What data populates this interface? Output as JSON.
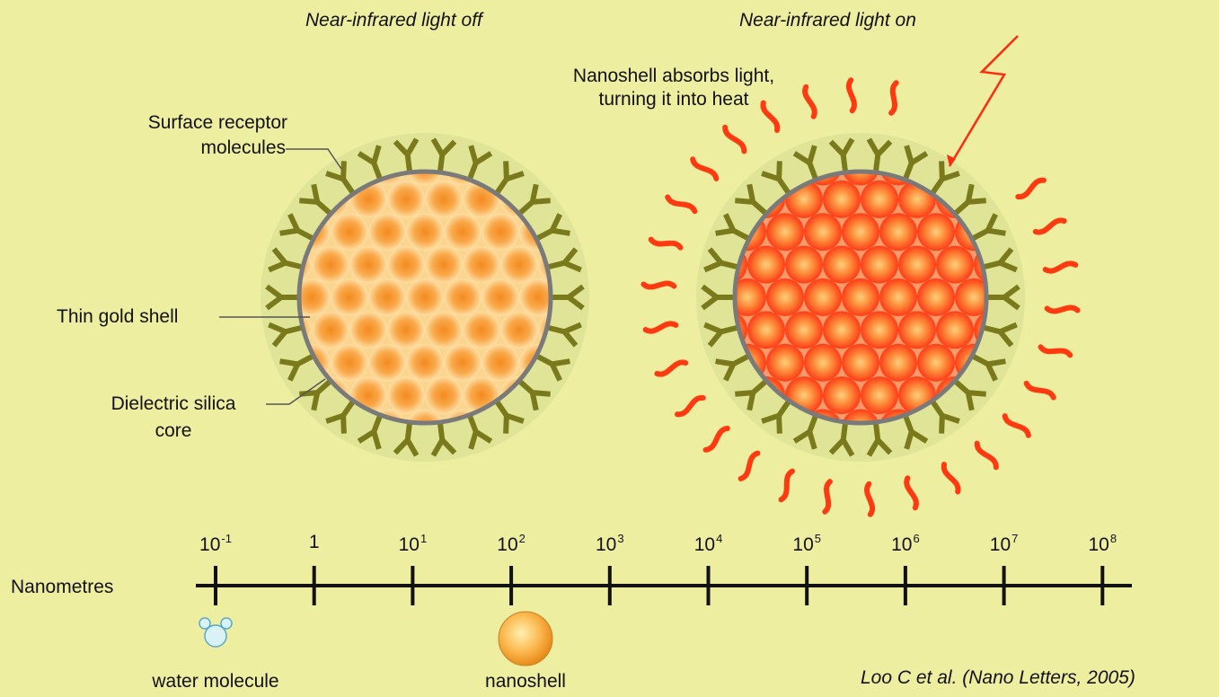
{
  "left_panel": {
    "title": "Near-infrared light off"
  },
  "right_panel": {
    "title": "Near-infrared light on",
    "caption_lines": [
      "Nanoshell absorbs light,",
      "turning it into heat"
    ]
  },
  "labels": {
    "surface_receptor": [
      "Surface receptor",
      "molecules"
    ],
    "thin_gold_shell": "Thin gold shell",
    "dielectric_core": [
      "Dielectric silica",
      "core"
    ]
  },
  "scale": {
    "axis_label": "Nanometres",
    "ticks": [
      {
        "base": "10",
        "exp": "-1"
      },
      {
        "base": "1",
        "exp": ""
      },
      {
        "base": "10",
        "exp": "1"
      },
      {
        "base": "10",
        "exp": "2"
      },
      {
        "base": "10",
        "exp": "3"
      },
      {
        "base": "10",
        "exp": "4"
      },
      {
        "base": "10",
        "exp": "5"
      },
      {
        "base": "10",
        "exp": "6"
      },
      {
        "base": "10",
        "exp": "7"
      },
      {
        "base": "10",
        "exp": "8"
      }
    ],
    "markers": [
      {
        "label": "water molecule",
        "at_tick": "10^-1"
      },
      {
        "label": "nanoshell",
        "at_tick": "10^2"
      }
    ]
  },
  "citation": "Loo C et al. (Nano Letters, 2005)",
  "colors": {
    "background": "#eeeea0",
    "halo": "#dfe497",
    "receptor": "#7a7a1c",
    "shell_outline": "#7a7a7a",
    "core_off": "#fbd48e",
    "sphere_off": "#f79b2e",
    "core_on": "#fb9a6a",
    "sphere_on": "#ff4a14",
    "heat": "#ff3a10"
  }
}
